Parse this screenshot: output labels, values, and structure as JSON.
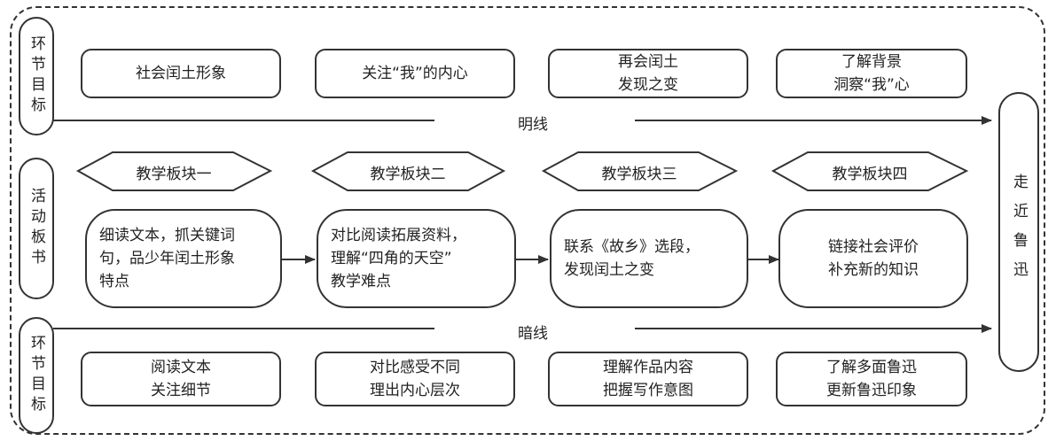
{
  "left_labels": {
    "top": "环节目标",
    "middle": "活动板书",
    "bottom": "环节目标"
  },
  "right_label": "走近鲁迅",
  "lines": {
    "bright": "明线",
    "dark": "暗线"
  },
  "top_boxes": [
    "社会闰土形象",
    "关注“我”的内心",
    "再会闰土\n发现之变",
    "了解背景\n洞察“我”心"
  ],
  "modules": [
    "教学板块一",
    "教学板块二",
    "教学板块三",
    "教学板块四"
  ],
  "activities": [
    "细读文本，抓关键词\n句，品少年闰土形象\n特点",
    "对比阅读拓展资料，\n理解“四角的天空”\n教学难点",
    "联系《故乡》选段，\n发现闰土之变",
    "链接社会评价\n补充新的知识"
  ],
  "bottom_boxes": [
    "阅读文本\n关注细节",
    "对比感受不同\n理出内心层次",
    "理解作品内容\n把握写作意图",
    "了解多面鲁迅\n更新鲁迅印象"
  ]
}
